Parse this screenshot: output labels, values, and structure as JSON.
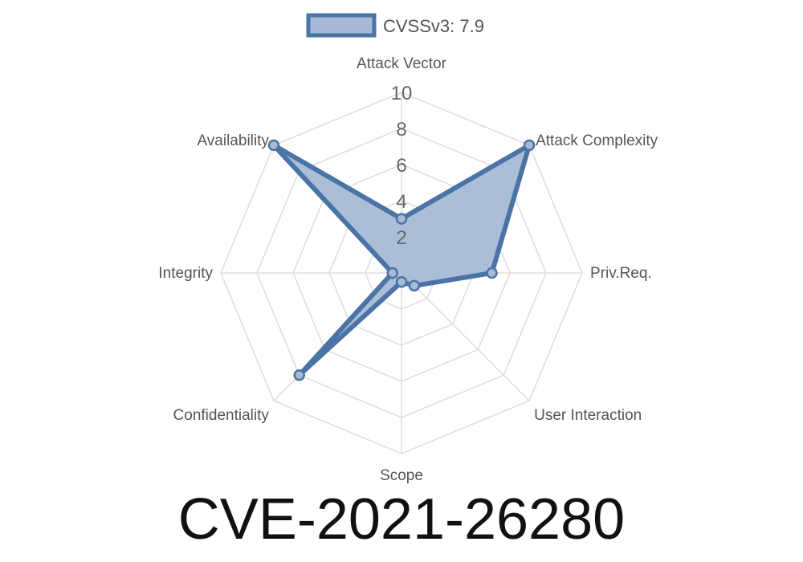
{
  "chart_data": {
    "type": "radar",
    "series": [
      {
        "name": "CVSSv3: 7.9",
        "values": [
          3.0,
          10.0,
          5.0,
          1.0,
          0.5,
          8.0,
          0.5,
          10.0
        ],
        "fill_color": "#a6bad6",
        "line_color": "#4b74a6"
      }
    ],
    "axes": [
      "Attack Vector",
      "Attack Complexity",
      "Priv.Req.",
      "User Interaction",
      "Scope",
      "Confidentiality",
      "Integrity",
      "Availability"
    ],
    "ticks": [
      "2",
      "4",
      "6",
      "8",
      "10"
    ],
    "range": [
      0,
      10
    ],
    "grid": true,
    "legend": "top-center"
  },
  "title": "CVE-2021-26280",
  "colors": {
    "grid": "#dddddd",
    "fill": "#a6bad6",
    "line": "#4b74a6"
  }
}
